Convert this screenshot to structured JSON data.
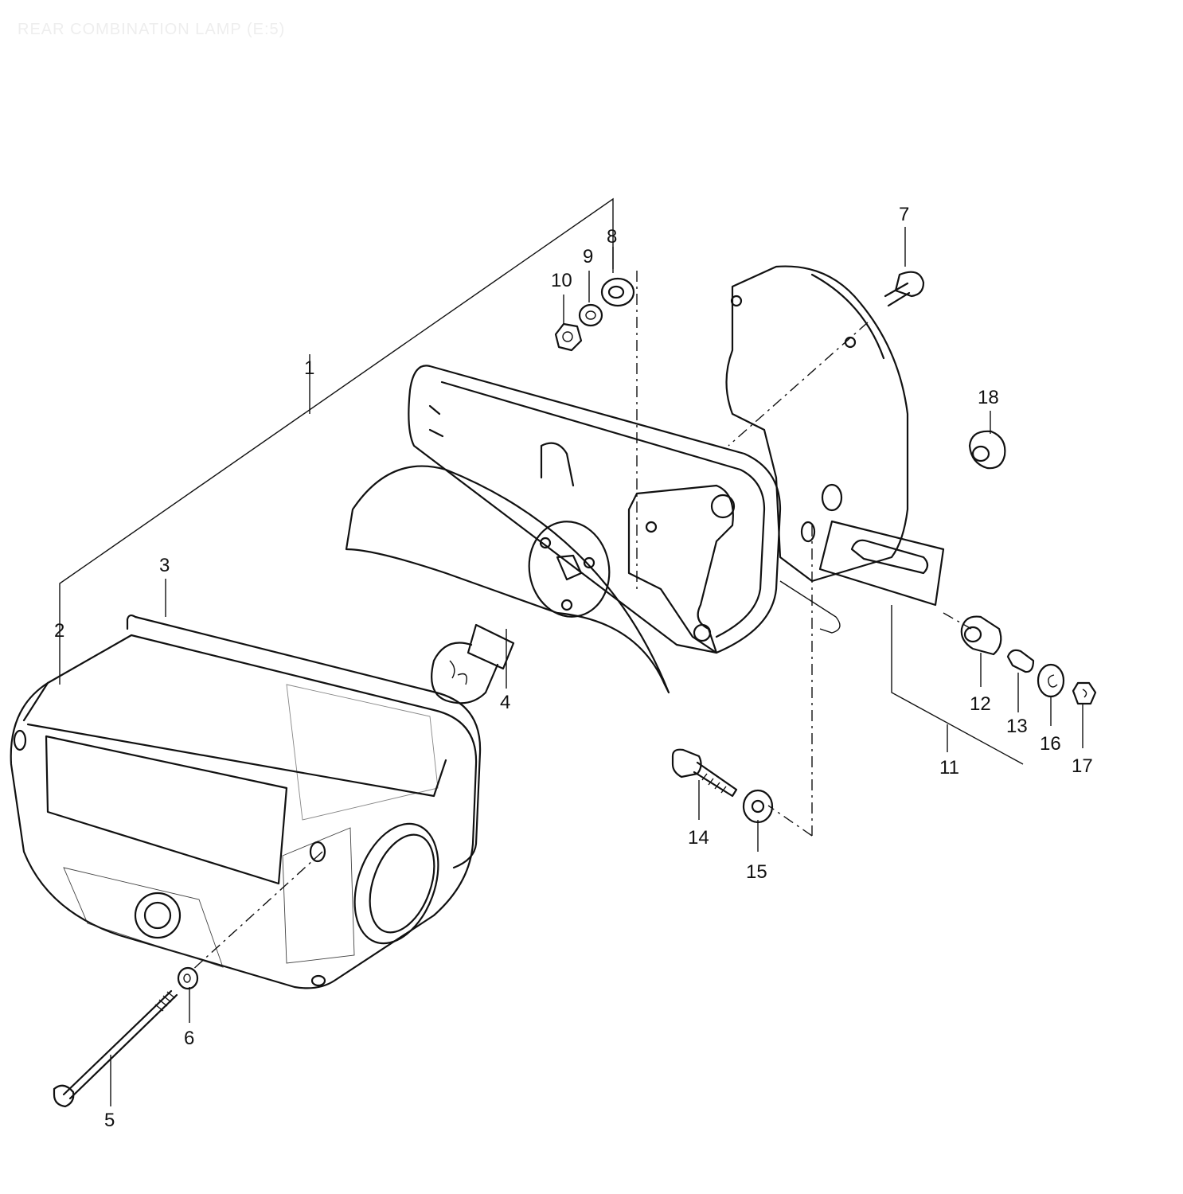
{
  "title": "REAR COMBINATION LAMP (E:5)",
  "callouts": [
    {
      "id": "1",
      "label": "1"
    },
    {
      "id": "2",
      "label": "2"
    },
    {
      "id": "3",
      "label": "3"
    },
    {
      "id": "4",
      "label": "4"
    },
    {
      "id": "5",
      "label": "5"
    },
    {
      "id": "6",
      "label": "6"
    },
    {
      "id": "7",
      "label": "7"
    },
    {
      "id": "8",
      "label": "8"
    },
    {
      "id": "9",
      "label": "9"
    },
    {
      "id": "10",
      "label": "10"
    },
    {
      "id": "11",
      "label": "11"
    },
    {
      "id": "12",
      "label": "12"
    },
    {
      "id": "13",
      "label": "13"
    },
    {
      "id": "14",
      "label": "14"
    },
    {
      "id": "15",
      "label": "15"
    },
    {
      "id": "16",
      "label": "16"
    },
    {
      "id": "17",
      "label": "17"
    },
    {
      "id": "18",
      "label": "18"
    }
  ]
}
